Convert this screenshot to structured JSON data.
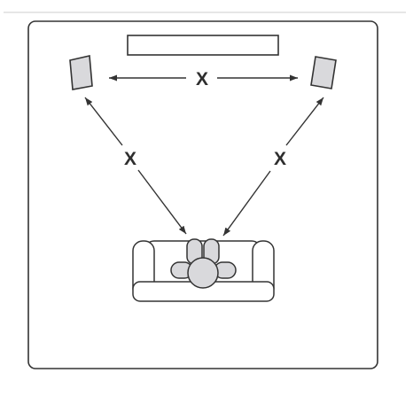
{
  "diagram": {
    "labels": {
      "top": "X",
      "left": "X",
      "right": "X"
    },
    "colors": {
      "outline": "#333333",
      "fill": "#d9d9dc",
      "top_rule": "#e6e6e6",
      "background": "#ffffff"
    },
    "icons": {
      "tv": "tv-screen-icon",
      "left_speaker": "speaker-left-icon",
      "right_speaker": "speaker-right-icon",
      "sofa": "sofa-icon",
      "listener": "listener-icon"
    }
  }
}
